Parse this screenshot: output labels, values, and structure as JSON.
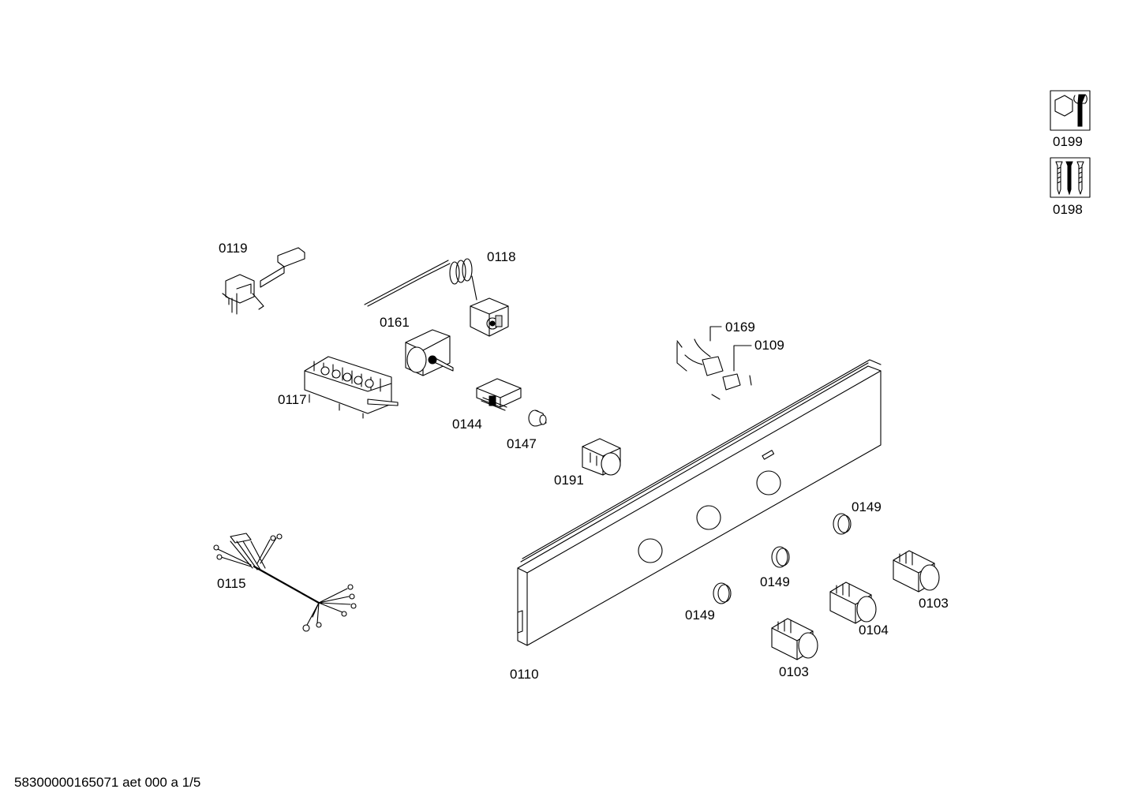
{
  "footer": {
    "text": "58300000165071 aet 000 a 1/5"
  },
  "tool_icons": [
    {
      "icon": "wrench-nut-icon",
      "label": "0199"
    },
    {
      "icon": "screws-icon",
      "label": "0198"
    }
  ],
  "part_labels": {
    "p0119": "0119",
    "p0118": "0118",
    "p0161": "0161",
    "p0117": "0117",
    "p0144": "0144",
    "p0147": "0147",
    "p0191": "0191",
    "p0169": "0169",
    "p0109": "0109",
    "p0115": "0115",
    "p0110": "0110",
    "p0149a": "0149",
    "p0149b": "0149",
    "p0149c": "0149",
    "p0103a": "0103",
    "p0103b": "0103",
    "p0104": "0104"
  }
}
